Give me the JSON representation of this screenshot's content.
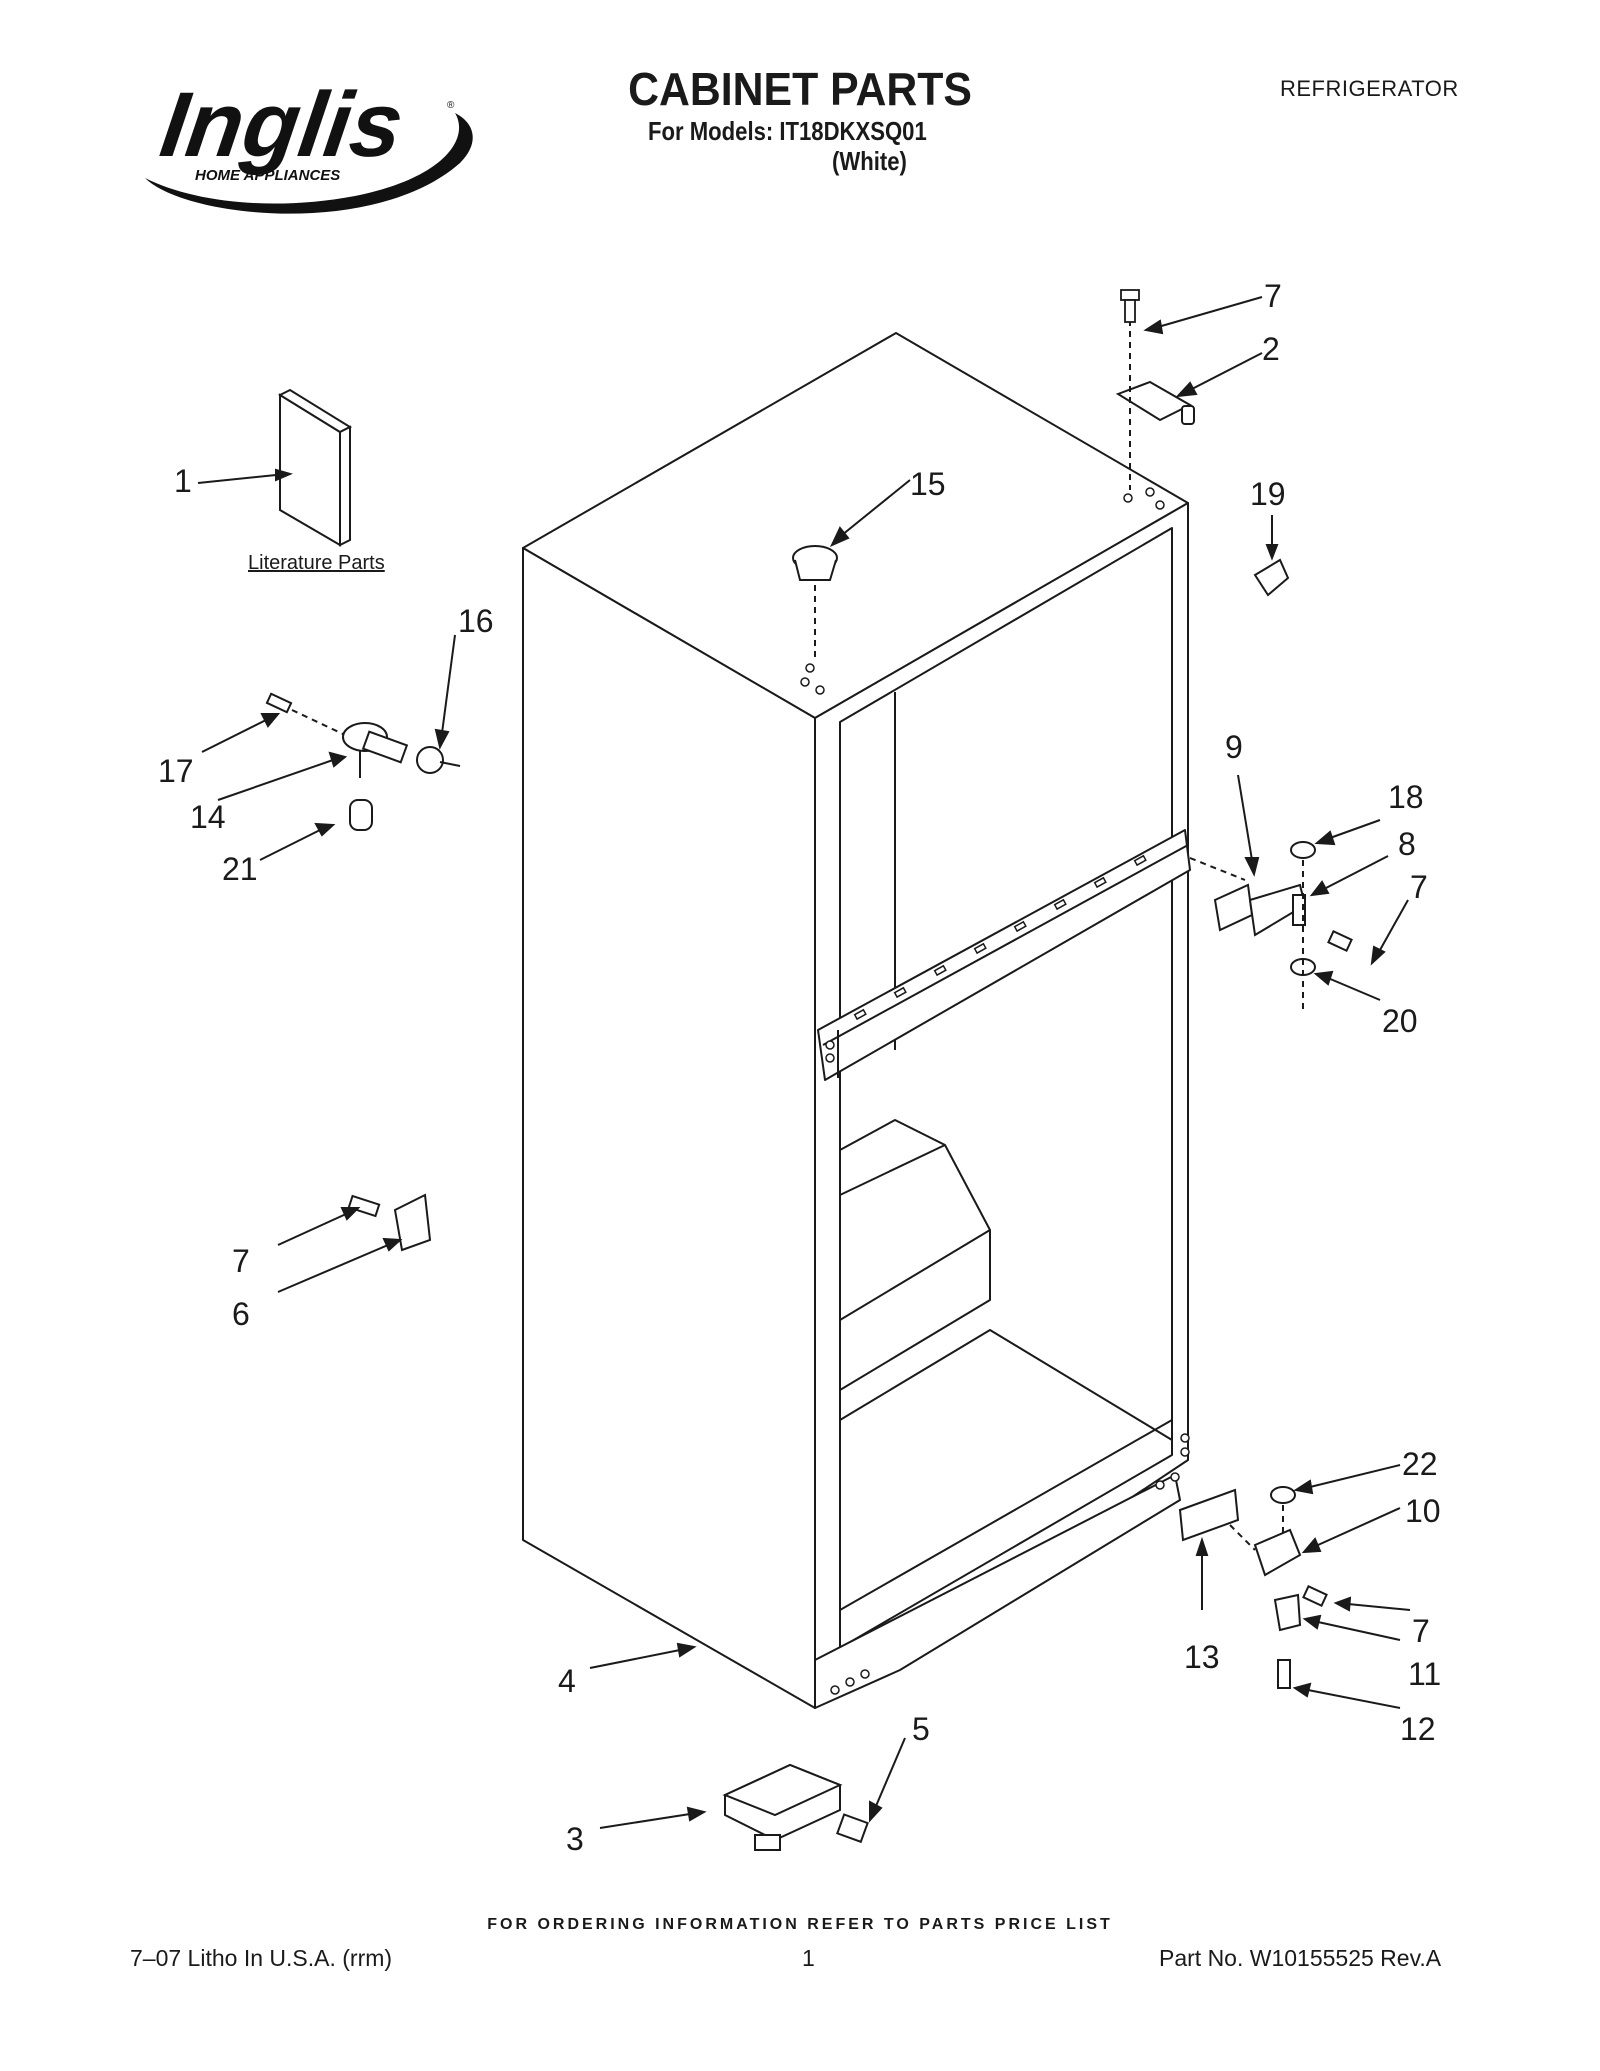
{
  "header": {
    "brand_logo_text": "Inglis",
    "brand_logo_tagline": "HOME APPLIANCES",
    "title": "CABINET PARTS",
    "subtitle": "For Models: IT18DKXSQ01",
    "subtitle_color": "(White)",
    "category": "REFRIGERATOR"
  },
  "diagram": {
    "literature_label": "Literature Parts",
    "callouts": {
      "c1": "1",
      "c2": "2",
      "c3": "3",
      "c4": "4",
      "c5": "5",
      "c6": "6",
      "c7a": "7",
      "c7b": "7",
      "c7c": "7",
      "c7d": "7",
      "c8": "8",
      "c9": "9",
      "c10": "10",
      "c11": "11",
      "c12": "12",
      "c13": "13",
      "c14": "14",
      "c15": "15",
      "c16": "16",
      "c17": "17",
      "c18": "18",
      "c19": "19",
      "c20": "20",
      "c21": "21",
      "c22": "22"
    }
  },
  "footer": {
    "ordering_note": "FOR ORDERING INFORMATION REFER TO PARTS PRICE LIST",
    "litho": "7–07 Litho In U.S.A. (rrm)",
    "page": "1",
    "part_no": "Part No. W10155525 Rev.A"
  },
  "colors": {
    "ink": "#1a1a1a",
    "paper": "#ffffff"
  }
}
